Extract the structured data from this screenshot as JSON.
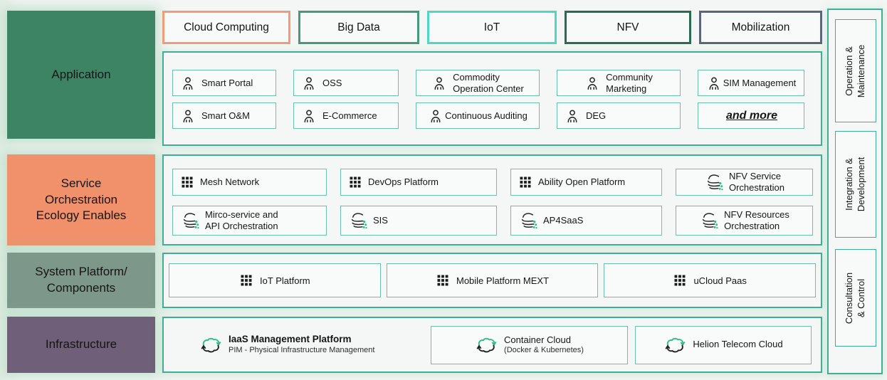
{
  "tabs": {
    "items": [
      {
        "label": "Cloud Computing",
        "border_color": "#f29b78"
      },
      {
        "label": "Big Data",
        "border_color": "#45997f"
      },
      {
        "label": "IoT",
        "border_color": "#4fd7c5"
      },
      {
        "label": "NFV",
        "border_color": "#2a6b54"
      },
      {
        "label": "Mobilization",
        "border_color": "#5b6677"
      }
    ]
  },
  "layers": {
    "application": {
      "label": "Application",
      "bg": "#3d8465"
    },
    "service": {
      "label": "Service\nOrchestration\nEcology Enables",
      "bg": "#f0916c"
    },
    "platform": {
      "label": "System Platform/\nComponents",
      "bg": "#7d978a"
    },
    "infrastructure": {
      "label": "Infrastructure",
      "bg": "#6f5f78"
    }
  },
  "app": {
    "row1": [
      {
        "label": "Smart Portal",
        "icon": "person-icon"
      },
      {
        "label": "OSS",
        "icon": "person-icon"
      },
      {
        "label": "Commodity\nOperation Center",
        "icon": "person-icon"
      },
      {
        "label": "Community\nMarketing",
        "icon": "person-icon"
      },
      {
        "label": "SIM Management",
        "icon": "person-icon"
      }
    ],
    "row2": [
      {
        "label": "Smart O&M",
        "icon": "person-icon"
      },
      {
        "label": "E-Commerce",
        "icon": "person-icon"
      },
      {
        "label": "Continuous Auditing",
        "icon": "person-icon"
      },
      {
        "label": "DEG",
        "icon": "person-icon"
      },
      {
        "label": "and more",
        "icon": "none"
      }
    ]
  },
  "svc": {
    "row1": [
      {
        "label": "Mesh Network",
        "icon": "grid-icon"
      },
      {
        "label": "DevOps Platform",
        "icon": "grid-icon"
      },
      {
        "label": "Ability Open Platform",
        "icon": "grid-icon"
      },
      {
        "label": "NFV Service\nOrchestration",
        "icon": "service-mesh-icon"
      }
    ],
    "row2": [
      {
        "label": "Mirco-service and\nAPI Orchestration",
        "icon": "service-mesh-icon"
      },
      {
        "label": "SIS",
        "icon": "service-mesh-icon"
      },
      {
        "label": "AP4SaaS",
        "icon": "service-mesh-icon"
      },
      {
        "label": "NFV Resources\nOrchestration",
        "icon": "service-mesh-icon"
      }
    ]
  },
  "platform": {
    "items": [
      {
        "label": "IoT Platform",
        "icon": "grid-icon"
      },
      {
        "label": "Mobile Platform MEXT",
        "icon": "grid-icon"
      },
      {
        "label": "uCloud Paas",
        "icon": "grid-icon"
      }
    ]
  },
  "infra": {
    "items": [
      {
        "title": "IaaS Management Platform",
        "subtitle": "PIM - Physical Infrastructure Management",
        "icon": "cloud-sync-icon"
      },
      {
        "title": "Container Cloud",
        "subtitle": "(Docker & Kubernetes)",
        "icon": "cloud-sync-icon"
      },
      {
        "title": "Helion Telecom Cloud",
        "subtitle": "",
        "icon": "cloud-sync-icon"
      }
    ]
  },
  "sidebar": {
    "items": [
      {
        "label": "Operation &\nMaintenance"
      },
      {
        "label": "Integration &\nDevelopment"
      },
      {
        "label": "Consultation & Control"
      }
    ]
  },
  "colors": {
    "accent_teal_border": "#3fae95",
    "item_border": "#6ac0ab",
    "swirl_dot_green": "#2ebd85",
    "cloud_arrow_green": "#2ebd85",
    "background": "#f3f6f4"
  }
}
